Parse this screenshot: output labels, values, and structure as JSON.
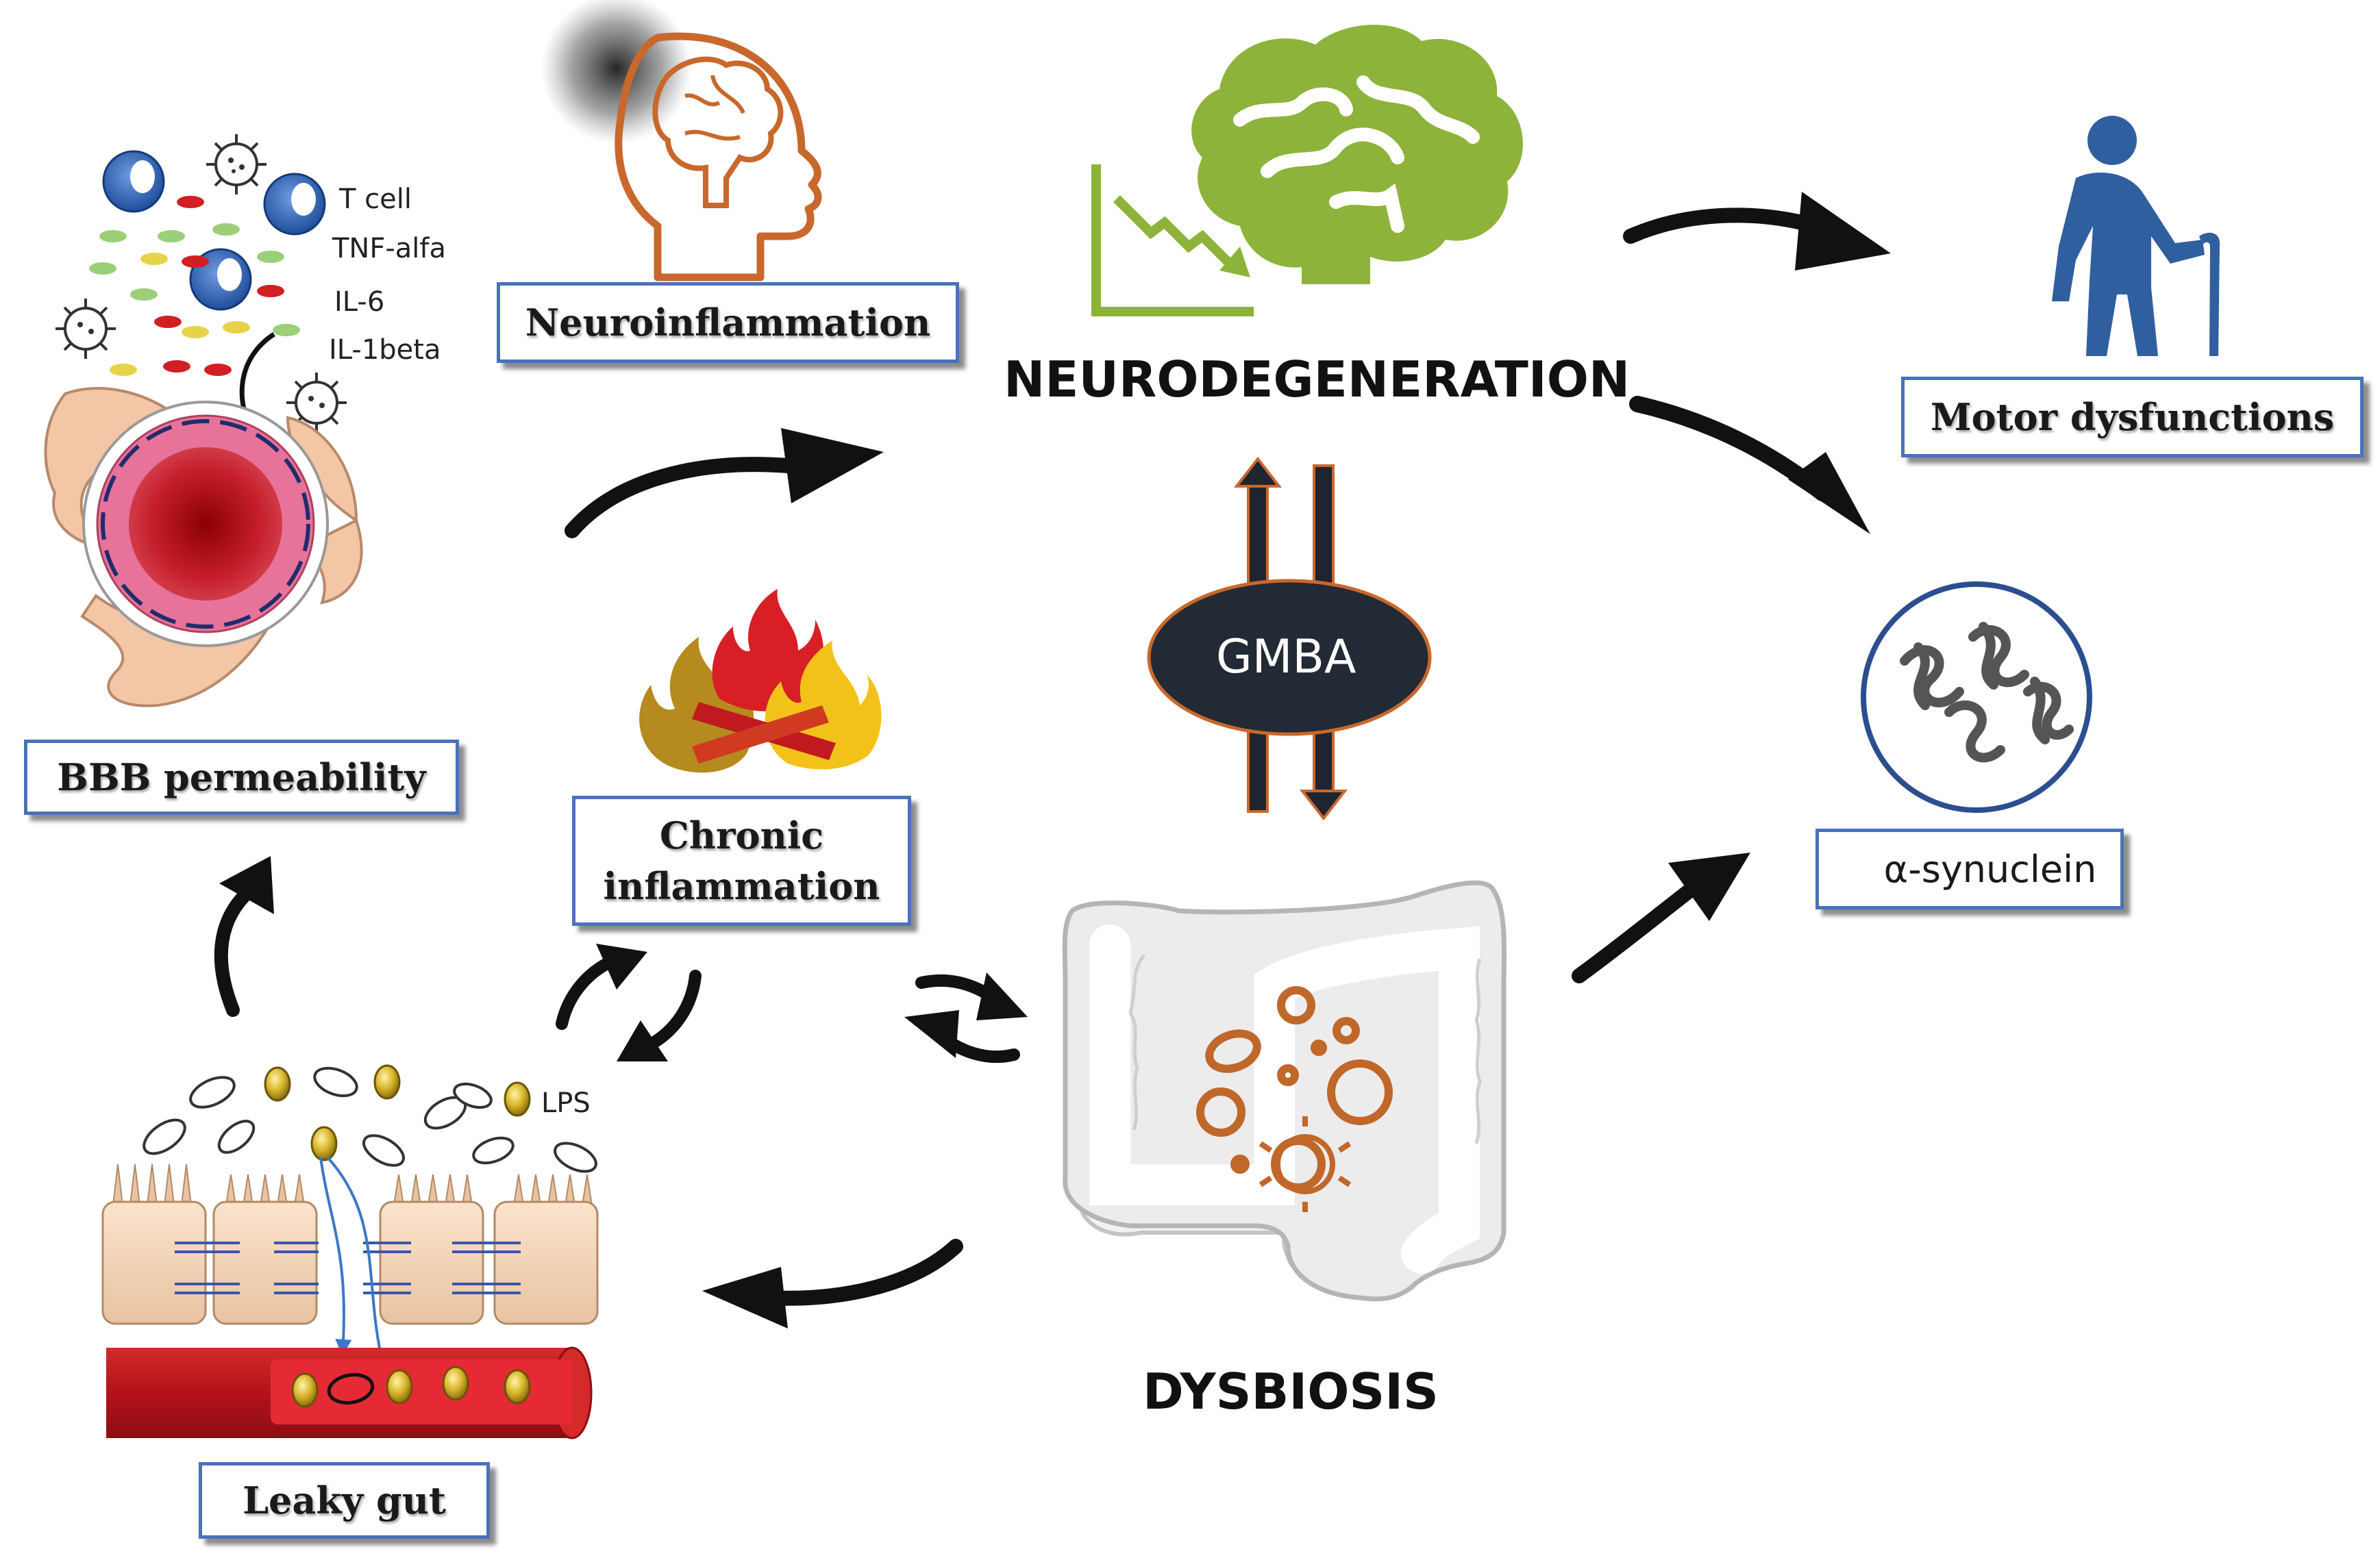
{
  "labels": {
    "neuroinflammation": "Neuroinflammation",
    "neurodegeneration": "NEURODEGENERATION",
    "motor_dysfunctions": "Motor dysfunctions",
    "bbb_permeability": "BBB permeability",
    "chronic_inflammation_line1": "Chronic",
    "chronic_inflammation_line2": "inflammation",
    "gmba": "GMBA",
    "alpha_synuclein": "α-synuclein",
    "dysbiosis": "DYSBIOSIS",
    "leaky_gut": "Leaky gut",
    "lps": "LPS"
  },
  "immune_legend": {
    "t_cell": "T cell",
    "tnf_alfa": "TNF-alfa",
    "il_6": "IL-6",
    "il_1beta": "IL-1beta"
  },
  "colors": {
    "box_border": "#4a72b8",
    "brain_green": "#8db33a",
    "head_orange": "#c8682c",
    "person_blue": "#2f5f9e",
    "blood_red": "#c0161d",
    "gmba_fill": "#222a36",
    "gmba_border": "#c8682c",
    "microbe_orange": "#c0672a",
    "arrow_black": "#111111"
  }
}
